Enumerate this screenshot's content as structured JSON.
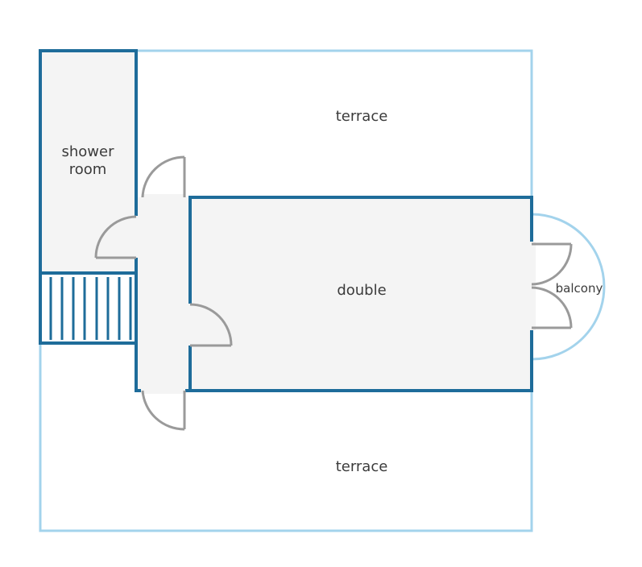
{
  "rooms": {
    "terrace_top": "terrace",
    "shower_line1": "shower",
    "shower_line2": "room",
    "double": "double",
    "balcony": "balcony",
    "terrace_bottom": "terrace"
  },
  "colors": {
    "outer_wall": "#a3d3ec",
    "inner_wall": "#1e6c9a",
    "room_fill": "#f4f4f4",
    "door": "#9a9a9a",
    "background": "#ffffff"
  },
  "icons": {
    "stairs": "stairs-icon",
    "door": "door-swing-icon"
  }
}
